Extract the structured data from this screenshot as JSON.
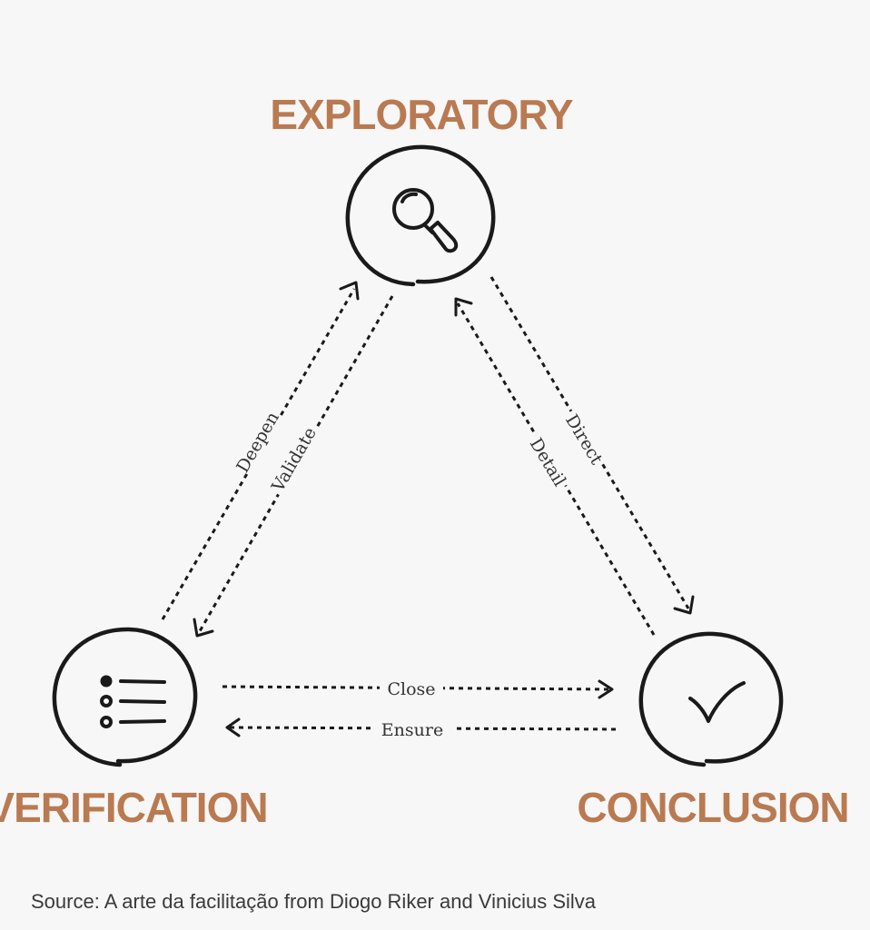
{
  "nodes": {
    "exploratory": {
      "title": "EXPLORATORY",
      "icon": "magnifier-icon"
    },
    "verification": {
      "title": "VERIFICATION",
      "icon": "checklist-icon"
    },
    "conclusion": {
      "title": "CONCLUSION",
      "icon": "checkmark-icon"
    }
  },
  "edges": {
    "deepen": {
      "label": "Deepen",
      "from": "VERIFICATION",
      "to": "EXPLORATORY"
    },
    "validate": {
      "label": "Validate",
      "from": "EXPLORATORY",
      "to": "VERIFICATION"
    },
    "direct": {
      "label": "Direct",
      "from": "EXPLORATORY",
      "to": "CONCLUSION"
    },
    "detail": {
      "label": "Detail",
      "from": "CONCLUSION",
      "to": "EXPLORATORY"
    },
    "close": {
      "label": "Close",
      "from": "VERIFICATION",
      "to": "CONCLUSION"
    },
    "ensure": {
      "label": "Ensure",
      "from": "CONCLUSION",
      "to": "VERIFICATION"
    }
  },
  "source": "Source: A arte da facilitação from  Diogo Riker and Vinicius Silva",
  "colors": {
    "accent": "#b97a52",
    "ink": "#1a1a1a",
    "background": "#f6f7f6"
  }
}
